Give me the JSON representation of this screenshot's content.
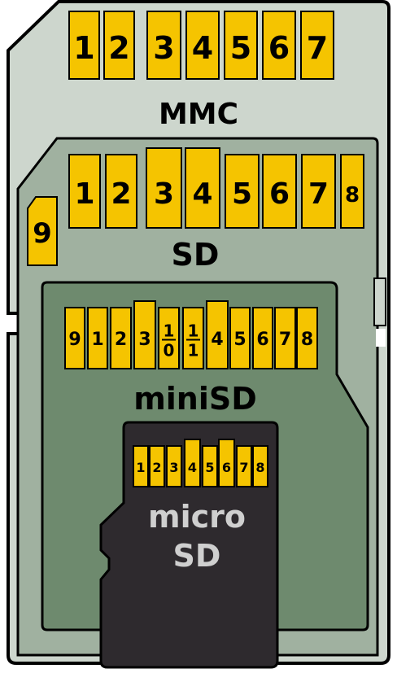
{
  "cards": {
    "mmc": {
      "label": "MMC",
      "pins": [
        "1",
        "2",
        "3",
        "4",
        "5",
        "6",
        "7"
      ]
    },
    "sd": {
      "label": "SD",
      "pins": [
        "1",
        "2",
        "3",
        "4",
        "5",
        "6",
        "7",
        "8"
      ],
      "extra_pin": "9"
    },
    "minisd": {
      "label": "miniSD",
      "pins": [
        "9",
        "1",
        "2",
        "3",
        "10",
        "11",
        "4",
        "5",
        "6",
        "7",
        "8"
      ]
    },
    "microsd": {
      "label_line1": "micro",
      "label_line2": "SD",
      "pins": [
        "1",
        "2",
        "3",
        "4",
        "5",
        "6",
        "7",
        "8"
      ]
    }
  },
  "colors": {
    "mmc_body": "#cdd6cd",
    "sd_body": "#a0b1a0",
    "minisd_body": "#6e8a6e",
    "microsd_body": "#2e2a2e",
    "pin": "#f5c400",
    "outline": "#000000",
    "micro_label": "#cfcfcf"
  }
}
